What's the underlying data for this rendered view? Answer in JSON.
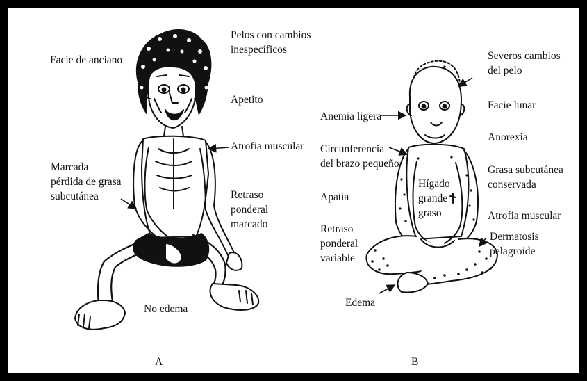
{
  "figure": {
    "panel_a": {
      "caption": "A",
      "labels": {
        "facie": "Facie de anciano",
        "pelos": "Pelos con cambios\ninespecíficos",
        "apetito": "Apetito",
        "atrofia": "Atrofia muscular",
        "marcada": "Marcada\npérdida de grasa\nsubcutánea",
        "retraso": "Retraso\nponderal\nmarcado",
        "edema": "No edema"
      }
    },
    "panel_b": {
      "caption": "B",
      "labels": {
        "severos": "Severos cambios\ndel pelo",
        "anemia": "Anemia ligera",
        "facie": "Facie lunar",
        "anorexia": "Anorexia",
        "circunferencia": "Circunferencia\ndel brazo pequeño",
        "grasa": "Grasa subcutánea\nconservada",
        "higado": "Hígado\ngrande\ngraso",
        "apatia": "Apatía",
        "atrofia": "Atrofia muscular",
        "retraso": "Retraso\nponderal\nvariable",
        "dermatosis": "Dermatosis\npelagroide",
        "edema": "Edema"
      }
    }
  }
}
